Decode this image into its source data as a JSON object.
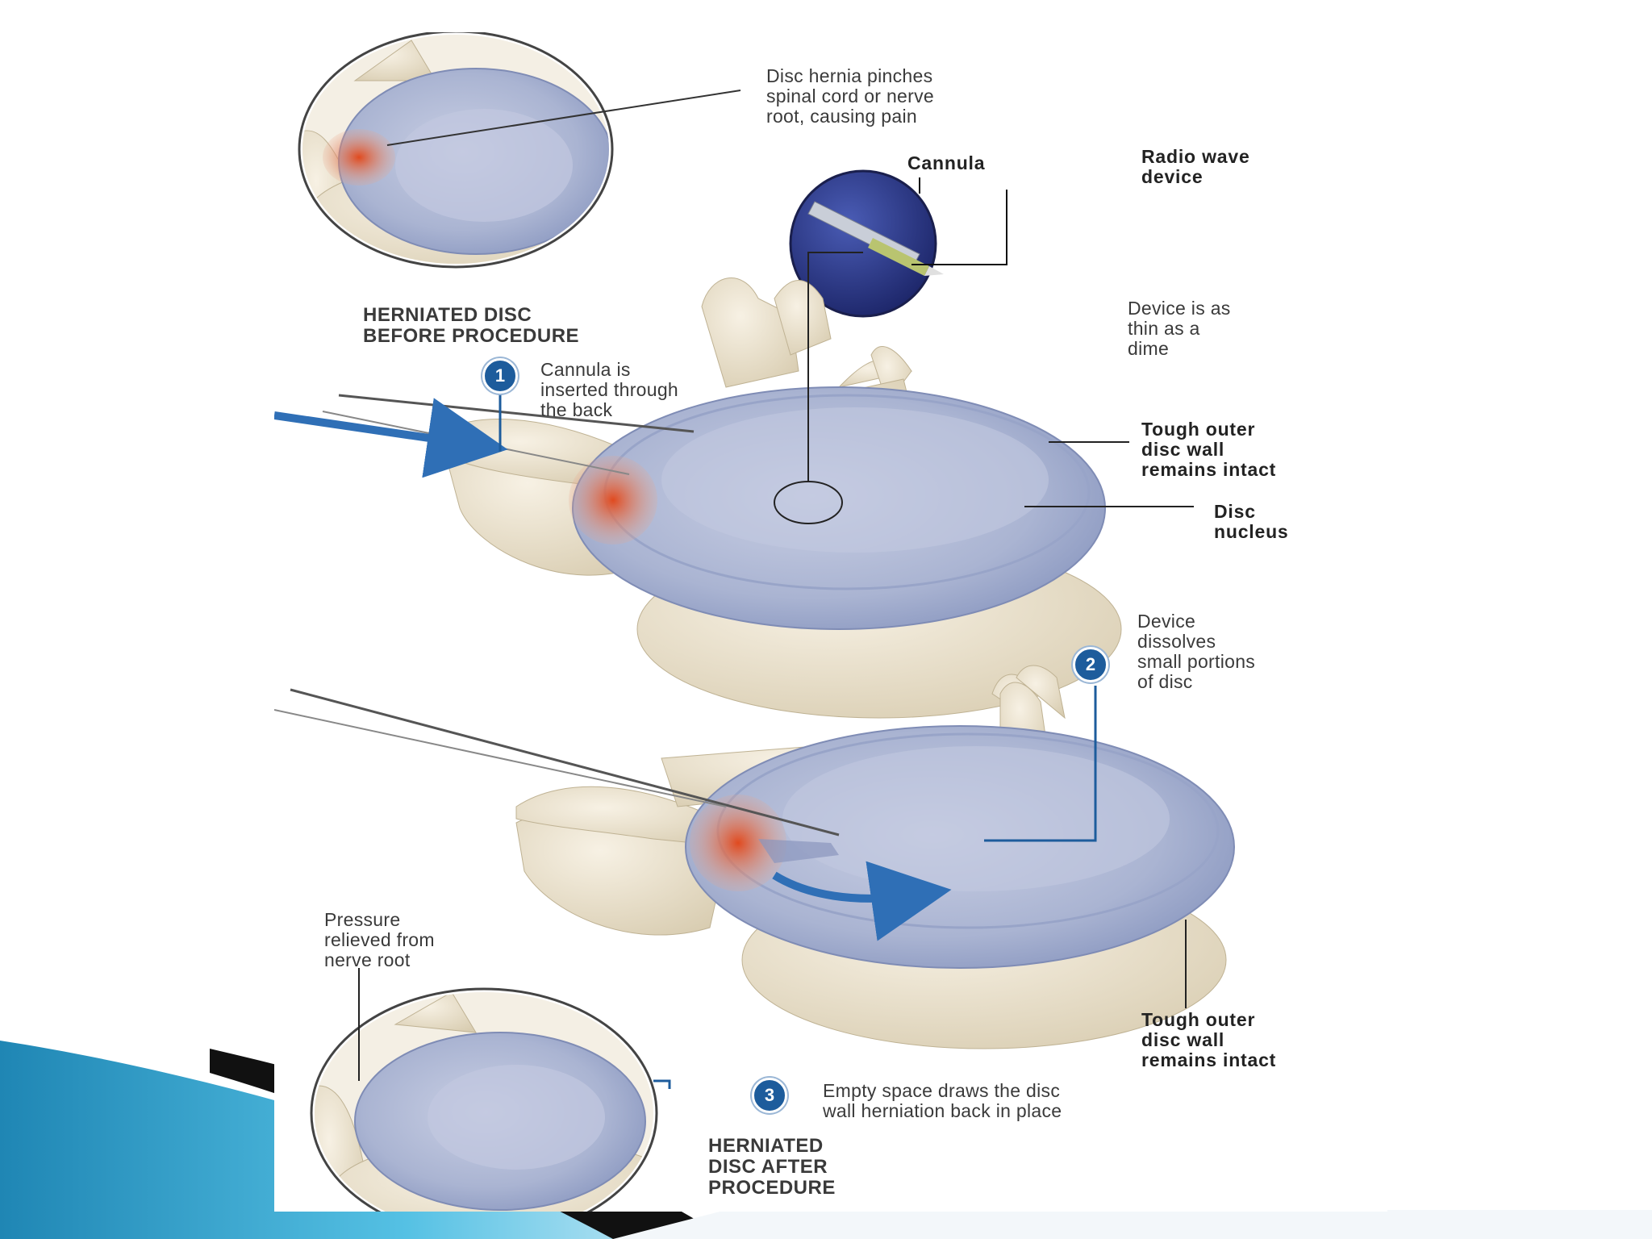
{
  "labels": {
    "hernia_pinch": "Disc hernia pinches\nspinal cord or nerve\nroot, causing pain",
    "cannula": "Cannula",
    "radio_wave": "Radio wave\ndevice",
    "before": "HERNIATED DISC\nBEFORE PROCEDURE",
    "device_thin": "Device is as\nthin as a\ndime",
    "step1": "Cannula is\ninserted through\nthe back",
    "outer_wall_top": "Tough outer\ndisc wall\nremains intact",
    "disc_nucleus": "Disc\nnucleus",
    "step2": "Device\ndissolves\nsmall portions\nof disc",
    "pressure": "Pressure\nrelieved from\nnerve root",
    "outer_wall_bottom": "Tough outer\ndisc wall\nremains intact",
    "step3": "Empty space draws the disc\nwall herniation back in place",
    "after": "HERNIATED\nDISC AFTER\nPROCEDURE"
  },
  "steps": {
    "one": "1",
    "two": "2",
    "three": "3"
  },
  "colors": {
    "bone": "#ece3cf",
    "disc": "#aab4d2",
    "hernia": "#d9572e",
    "arrow": "#2f6fb6",
    "badge": "#1d5c9c",
    "inset": "#27347f",
    "accent_teal": "#3ab0d8"
  }
}
